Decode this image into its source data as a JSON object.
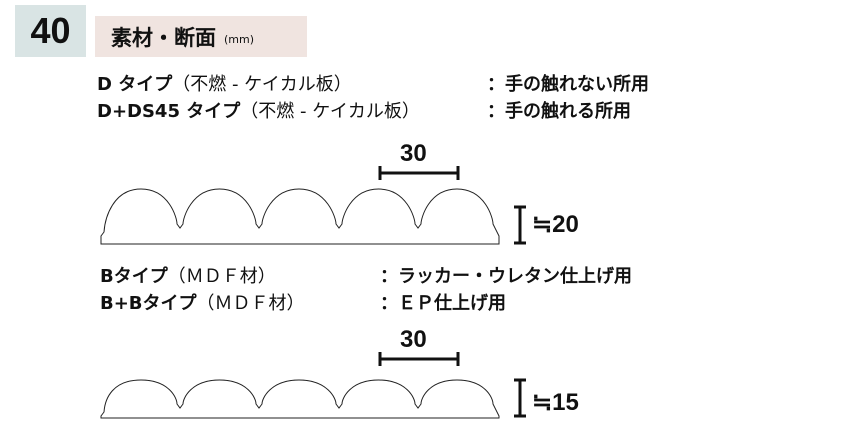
{
  "section_number": "40",
  "section_title": "素材・断面",
  "section_unit": "(mm)",
  "group1": {
    "lines": [
      {
        "type": "D タイプ",
        "material": "（不燃 - ケイカル板）",
        "use": "：手の触れない所用"
      },
      {
        "type": "D+DS45 タイプ",
        "material": "（不燃 - ケイカル板）",
        "use": "：手の触れる所用"
      }
    ],
    "pitch": "30",
    "height": "≒20"
  },
  "group2": {
    "lines": [
      {
        "type": "Bタイプ",
        "material": "（ＭＤＦ材）",
        "use": "：ラッカー・ウレタン仕上げ用"
      },
      {
        "type": "B+Bタイプ",
        "material": "（ＭＤＦ材）",
        "use": "：ＥＰ仕上げ用"
      }
    ],
    "pitch": "30",
    "height": "≒15"
  }
}
